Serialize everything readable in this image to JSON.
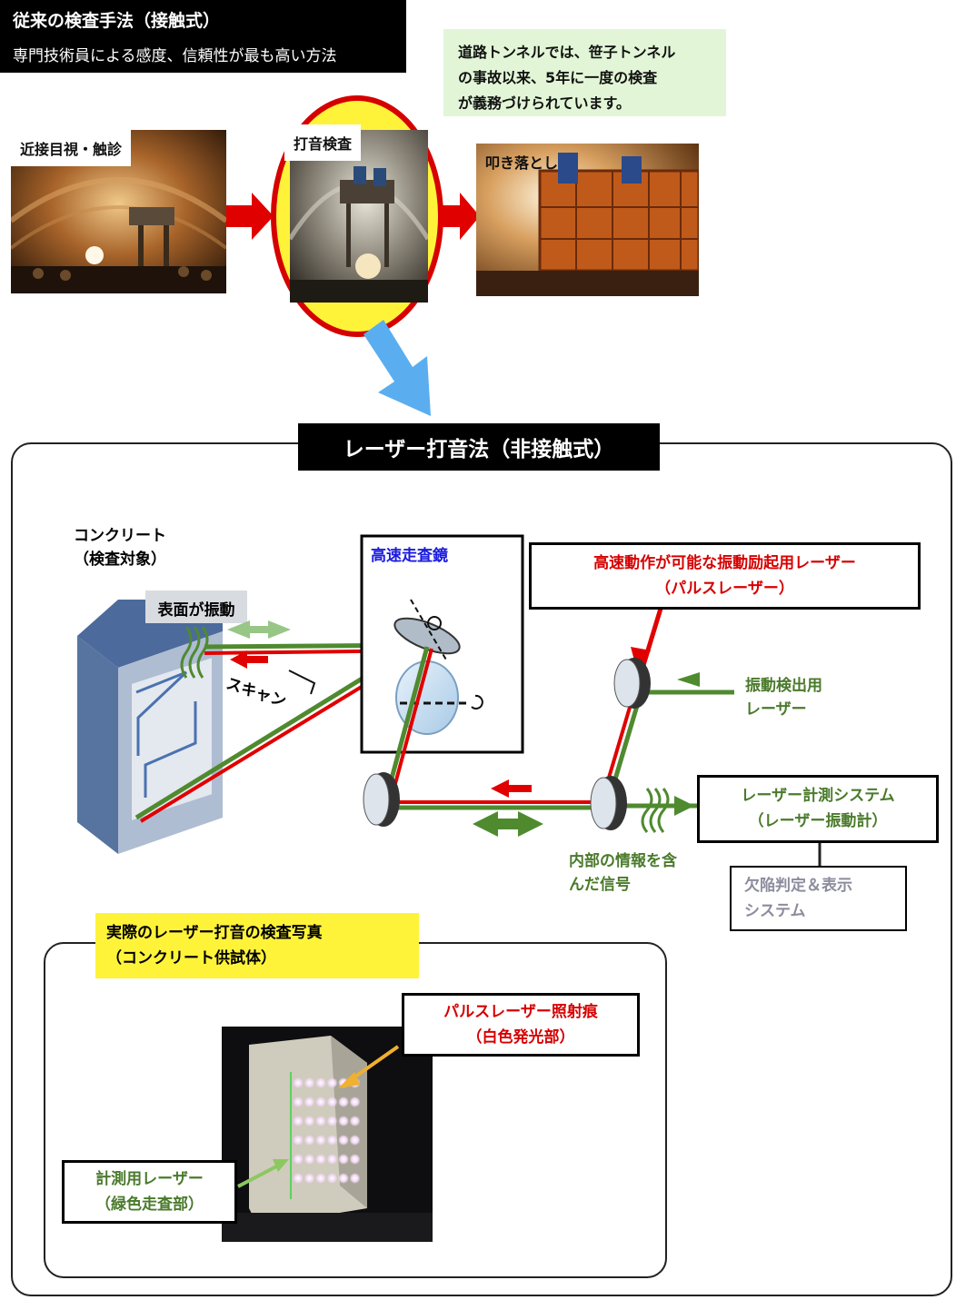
{
  "header": {
    "title": "従来の検査手法（接触式）",
    "subtitle": "専門技術員による感度、信頼性が最も高い方法"
  },
  "note": {
    "lines": [
      "道路トンネルでは、笹子トンネル",
      "の事故以来、5年に一度の検査",
      "が義務づけられています。"
    ]
  },
  "steps": [
    {
      "label": "近接目視・触診"
    },
    {
      "label": "打音検査"
    },
    {
      "label": "叩き落とし"
    }
  ],
  "laser": {
    "title": "レーザー打音法（非接触式）",
    "concrete_label": [
      "コンクリート",
      "（検査対象）"
    ],
    "surface_label": "表面が振動",
    "scan_label": "スキャン",
    "mirror_label": "高速走査鏡",
    "pulse_laser_label": [
      "高速動作が可能な振動励起用レーザー",
      "（パルスレーザー）"
    ],
    "detect_laser_label": [
      "振動検出用",
      "レーザー"
    ],
    "measure_system_label": [
      "レーザー計測システム",
      "（レーザー振動計）"
    ],
    "signal_label": [
      "内部の情報を含",
      "んだ信号"
    ],
    "judge_system_label": [
      "欠陥判定＆表示",
      "システム"
    ]
  },
  "photo": {
    "title": [
      "実際のレーザー打音の検査写真",
      "（コンクリート供試体）"
    ],
    "pulse_mark_label": [
      "パルスレーザー照射痕",
      "（白色発光部）"
    ],
    "measure_laser_label": [
      "計測用レーザー",
      "（緑色走査部）"
    ]
  },
  "colors": {
    "red_beam": "#e00000",
    "green_beam": "#4f8a2f",
    "note_bg": "#e2f6d7",
    "highlight_yellow": "#fff33a",
    "flow_arrow_blue": "#5aaef0"
  }
}
